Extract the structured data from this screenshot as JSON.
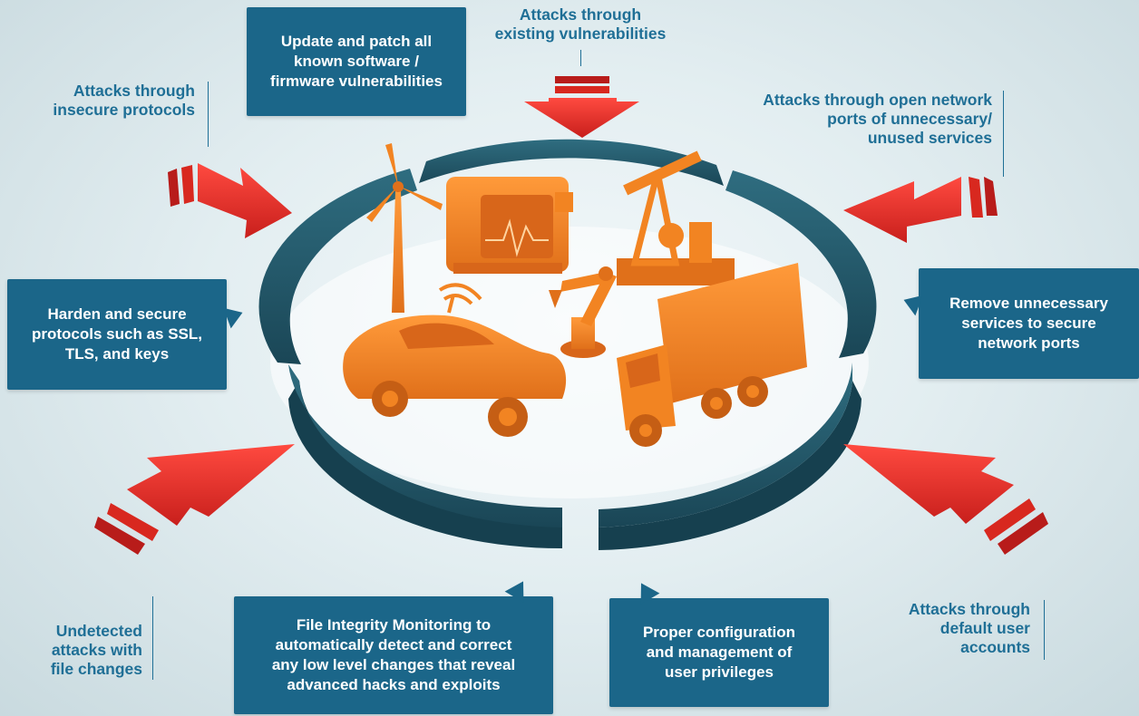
{
  "threats": {
    "insecure_protocols": "Attacks through\ninsecure protocols",
    "existing_vulnerabilities": "Attacks through\nexisting vulnerabilities",
    "open_ports": "Attacks through open network\nports of unnecessary/\nunused services",
    "undetected_file_changes": "Undetected\nattacks with\nfile changes",
    "default_accounts": "Attacks through\ndefault user\naccounts"
  },
  "defenses": {
    "patch": "Update and patch all\nknown software /\nfirmware vulnerabilities",
    "harden": "Harden and secure\nprotocols such as SSL,\nTLS, and keys",
    "remove_services": "Remove unnecessary\nservices to secure\nnetwork ports",
    "fim": "File Integrity Monitoring to\nautomatically detect and correct\nany low level changes that reveal\nadvanced hacks and exploits",
    "privileges": "Proper configuration\nand management of\nuser privileges"
  },
  "colors": {
    "label_text": "#1f6f96",
    "callout_bg": "#1b6689",
    "ring": "#24586a",
    "arrow": "#e8302c",
    "devices": "#f28422"
  },
  "devices": [
    "wind-turbine-icon",
    "medical-monitor-icon",
    "oil-pump-icon",
    "robot-arm-icon",
    "car-icon",
    "truck-icon"
  ]
}
